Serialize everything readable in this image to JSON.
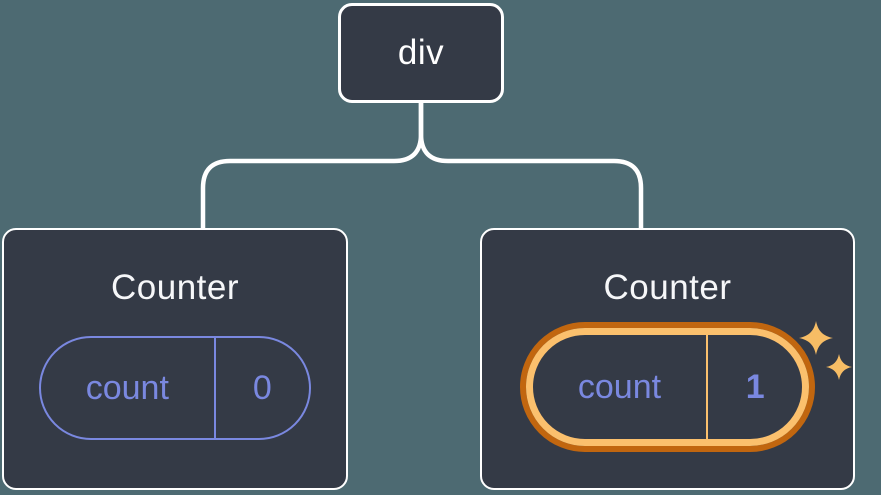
{
  "diagram": {
    "root": {
      "label": "div"
    },
    "children": [
      {
        "title": "Counter",
        "pill": {
          "key": "count",
          "value": "0"
        },
        "highlighted": false
      },
      {
        "title": "Counter",
        "pill": {
          "key": "count",
          "value": "1"
        },
        "highlighted": true,
        "decoration": "sparkles-icon"
      }
    ]
  },
  "colors": {
    "background": "#4d6a72",
    "card_fill": "#343a46",
    "card_border": "#ffffff",
    "connector_line": "#ffffff",
    "accent_purple": "#7a88e0",
    "highlight_orange_dark": "#c1660f",
    "highlight_orange_light": "#fbc06d",
    "sparkle": "#f7bd65",
    "title_text": "#f6f7f9"
  }
}
